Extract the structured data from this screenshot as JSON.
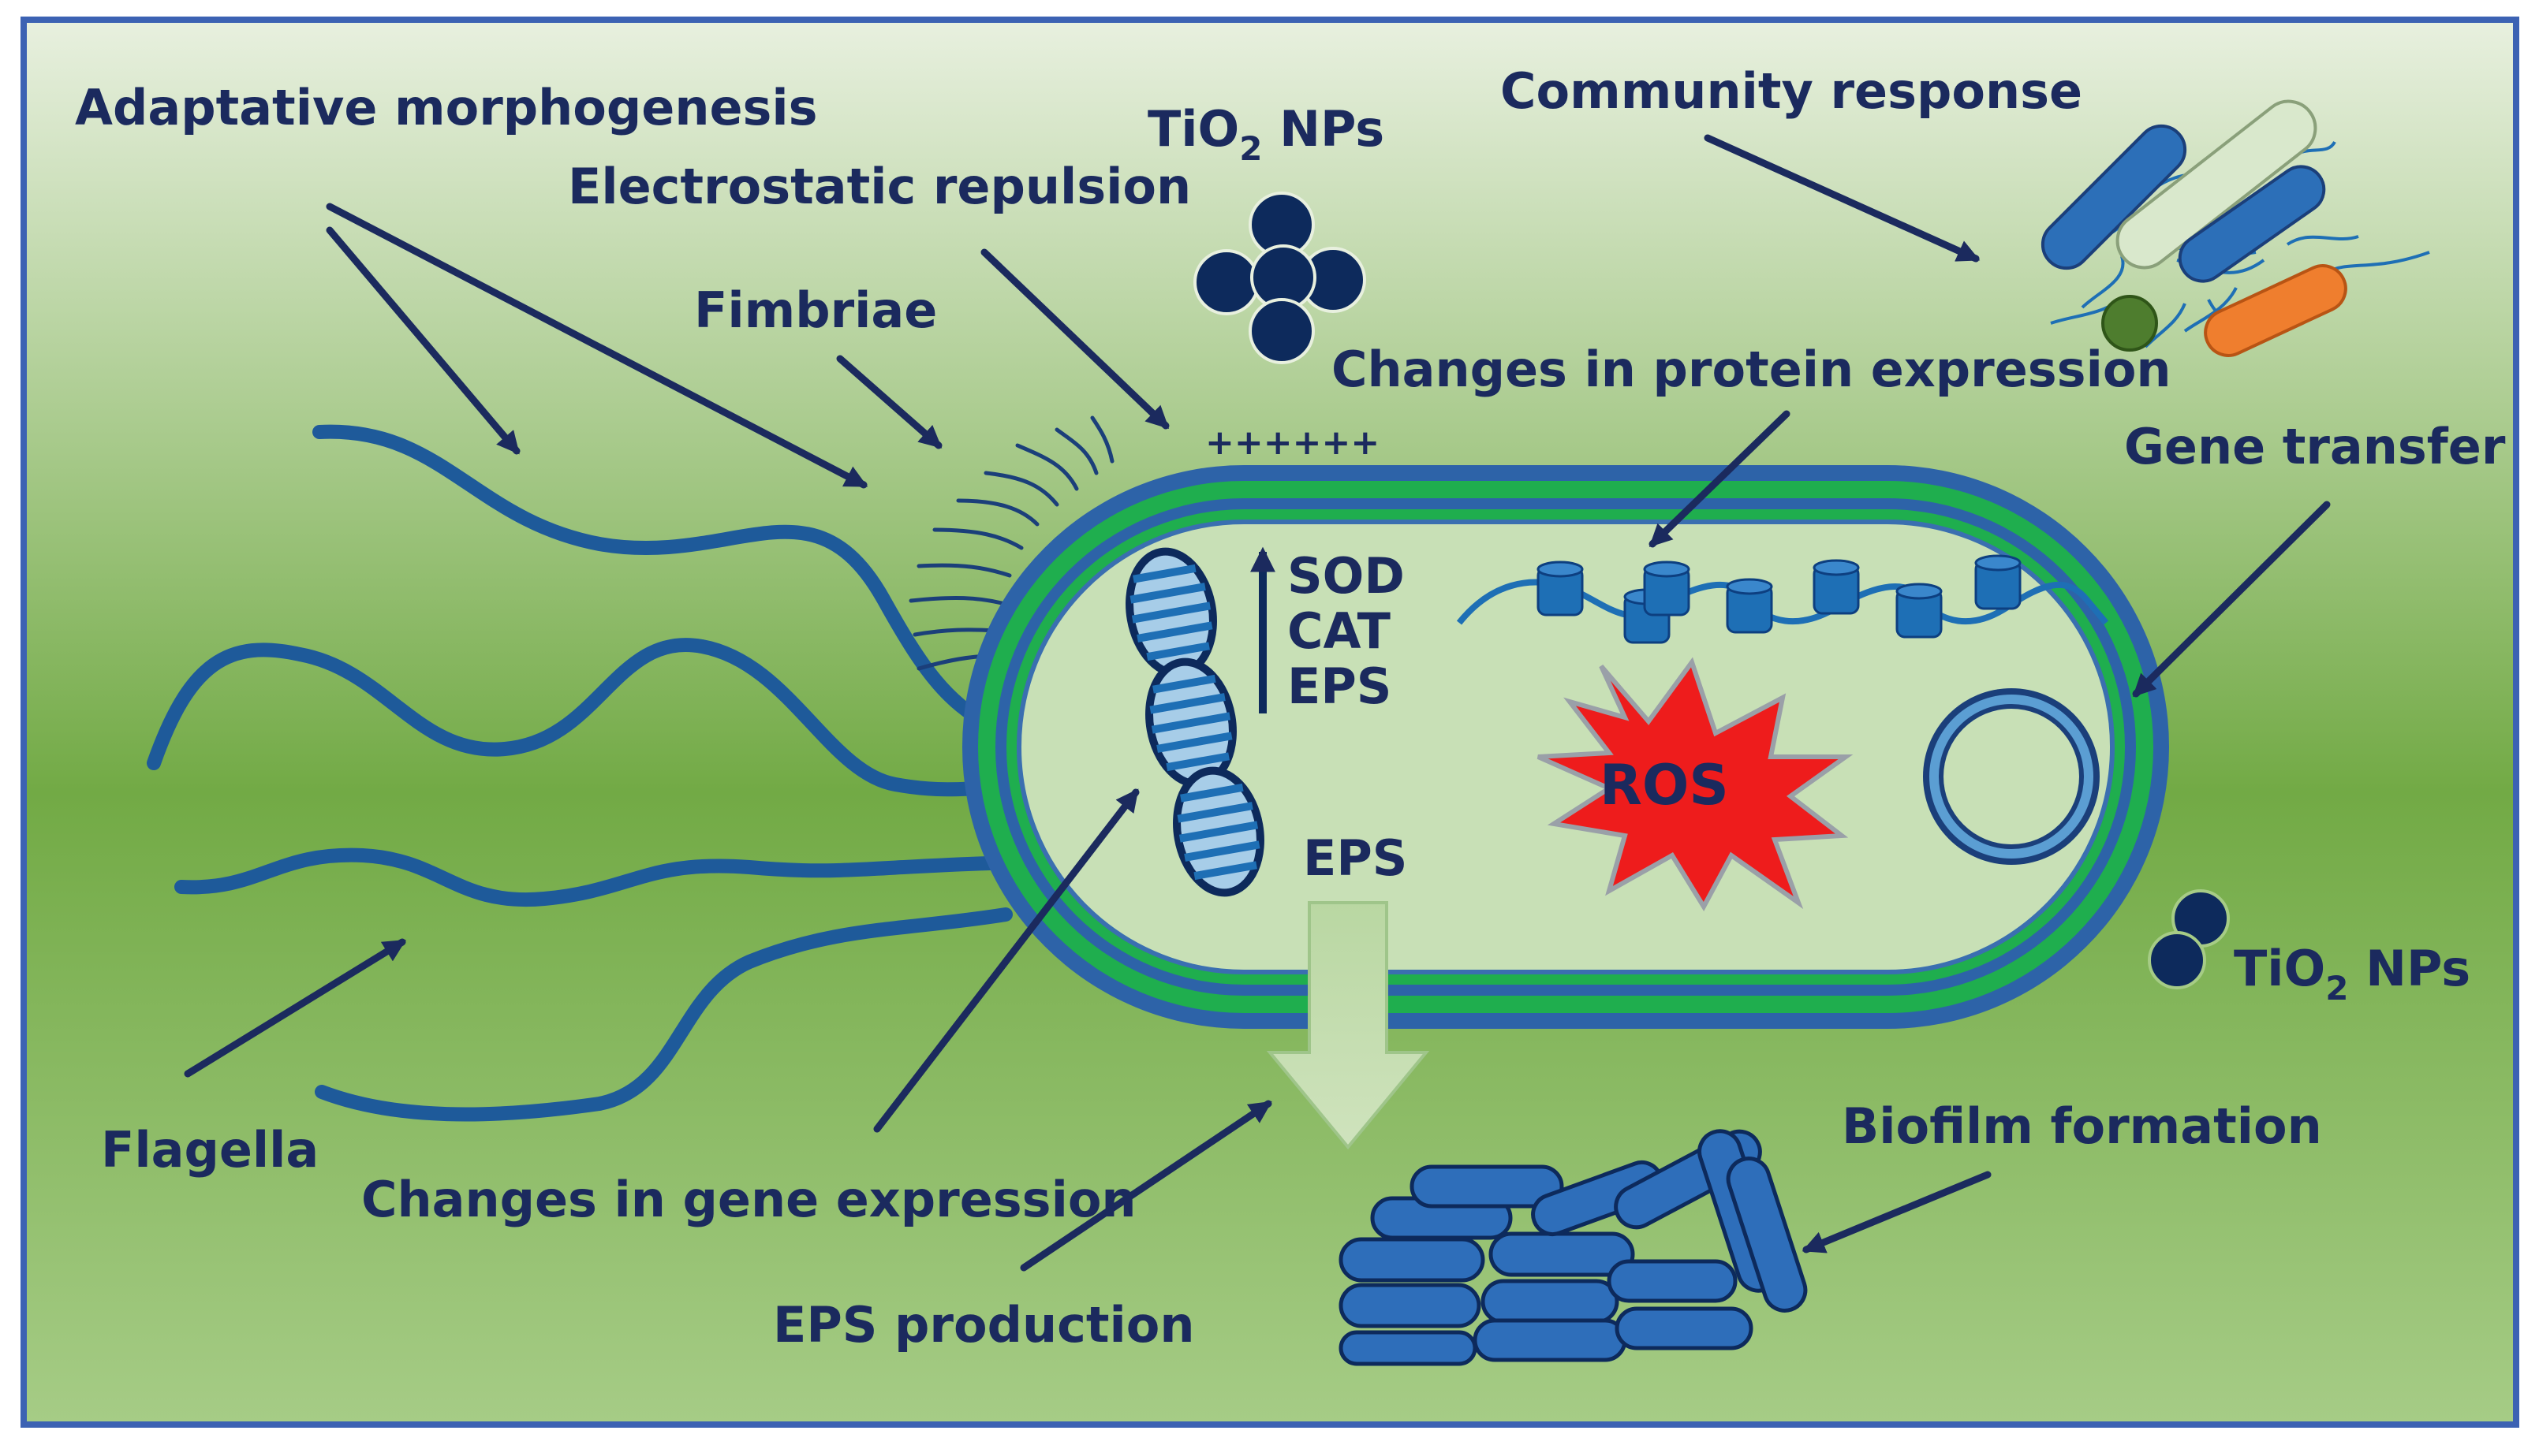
{
  "labels": {
    "adaptative_morphogenesis": "Adaptative morphogenesis",
    "tio2_top": "TiO",
    "tio2_top_sub": "2",
    "tio2_top_suffix": " NPs",
    "electrostatic_repulsion": "Electrostatic repulsion",
    "community_response": "Community response",
    "fimbriae": "Fimbriae",
    "protein_expression": "Changes in protein expression",
    "gene_transfer": "Gene transfer",
    "charges": "++++++",
    "sod": "SOD",
    "cat": "CAT",
    "eps_up": "EPS",
    "ros": "ROS",
    "eps_secreted": "EPS",
    "tio2_right": "TiO",
    "tio2_right_sub": "2",
    "tio2_right_suffix": " NPs",
    "flagella": "Flagella",
    "gene_expression": "Changes in gene expression",
    "biofilm_formation": "Biofilm formation",
    "eps_production": "EPS production"
  },
  "icons": [
    "nanoparticle-cluster-icon",
    "bacteria-community-icon",
    "dna-helix-icon",
    "protein-chain-icon",
    "ros-burst-icon",
    "plasmid-ring-icon",
    "biofilm-icon",
    "flagella-icon",
    "fimbriae-icon"
  ],
  "colors": {
    "background_top": "#e8f0df",
    "background_mid": "#72aa45",
    "background_bottom": "#a6cc86",
    "frame": "#3c62b3",
    "text": "#1b2a5e",
    "cell_blue": "#2c5ea8",
    "cell_green": "#1fae4e",
    "cell_interior": "#c8e0b6",
    "ros_red": "#ee1c1c",
    "nanoparticle": "#0d2a5c"
  }
}
